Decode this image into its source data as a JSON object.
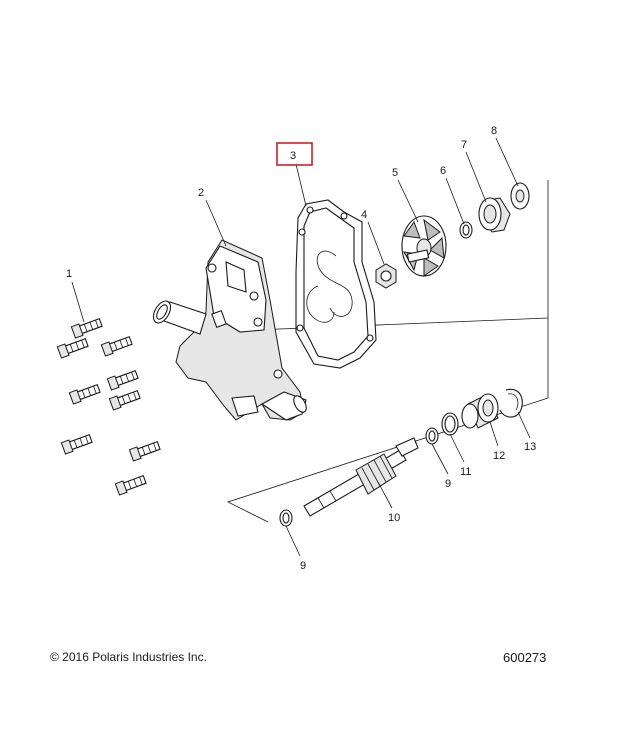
{
  "callouts": {
    "c1": "1",
    "c2": "2",
    "c3": "3",
    "c4": "4",
    "c5": "5",
    "c6": "6",
    "c7": "7",
    "c8": "8",
    "c9a": "9",
    "c9b": "9",
    "c10": "10",
    "c11": "11",
    "c12": "12",
    "c13": "13"
  },
  "highlight": {
    "callout": "3",
    "color": "#d0202a"
  },
  "footer": {
    "copyright": "© 2016 Polaris Industries Inc.",
    "drawing_number": "600273"
  }
}
